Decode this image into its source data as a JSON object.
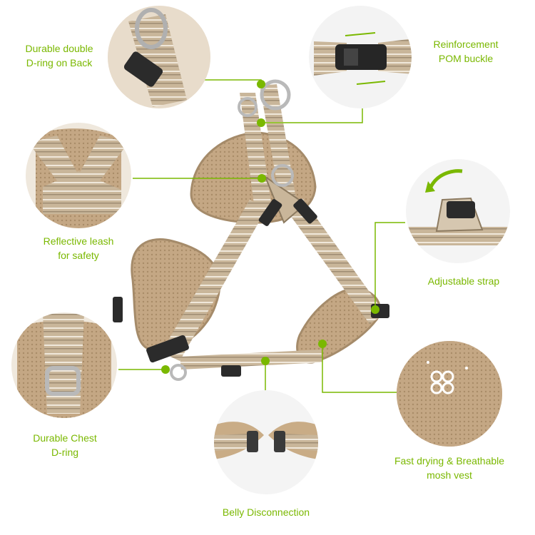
{
  "colors": {
    "accent": "#7ab800",
    "webbing": "#c9b69a",
    "stripe": "#efe7da",
    "mesh": "#bfa27d",
    "buckle": "#2b2b2b",
    "ring": "#b9b9b9"
  },
  "features": [
    {
      "id": "back-d-ring",
      "lines": [
        "Durable double",
        "D-ring on Back"
      ]
    },
    {
      "id": "pom-buckle",
      "lines": [
        "Reinforcement",
        "POM buckle"
      ]
    },
    {
      "id": "reflective-leash",
      "lines": [
        "Reflective leash",
        "for safety"
      ]
    },
    {
      "id": "adjustable-strap",
      "lines": [
        "Adjustable strap"
      ]
    },
    {
      "id": "chest-d-ring",
      "lines": [
        "Durable Chest",
        "D-ring"
      ]
    },
    {
      "id": "mesh-vest",
      "lines": [
        "Fast drying & Breathable",
        "mosh vest"
      ]
    },
    {
      "id": "belly",
      "lines": [
        "Belly Disconnection"
      ]
    }
  ]
}
